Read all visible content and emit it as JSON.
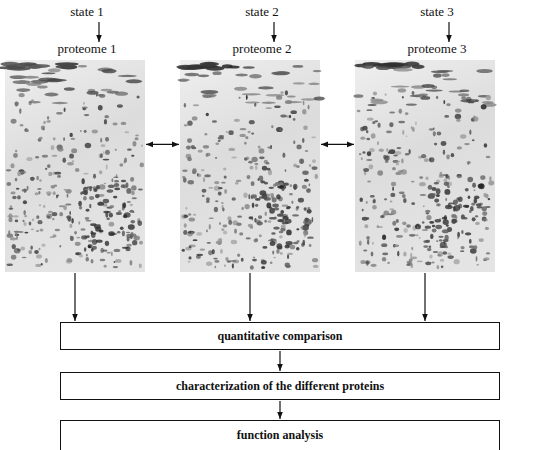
{
  "diagram": {
    "nodes": [
      {
        "text": [
          "proteome 1"
        ]
      },
      {
        "text": [
          "proteome 2"
        ]
      },
      {
        "text": [
          "proteome 3"
        ]
      },
      {
        "text": [
          "quantitative comparison"
        ]
      },
      {
        "text": [
          "characterization of the different proteins"
        ]
      },
      {
        "text": [
          "function analysis"
        ]
      }
    ],
    "edges": [
      {
        "from": 0,
        "to": 1,
        "arrow": "both"
      },
      {
        "from": 1,
        "to": 2,
        "arrow": "both"
      },
      {
        "from": 0,
        "to": 3,
        "arrow": "to"
      },
      {
        "from": 1,
        "to": 3,
        "arrow": "to"
      },
      {
        "from": 2,
        "to": 3,
        "arrow": "to"
      },
      {
        "from": 3,
        "to": 4,
        "arrow": "to"
      },
      {
        "from": 4,
        "to": 5,
        "arrow": "to"
      }
    ],
    "labels": [
      "state 1",
      "state 2",
      "state 3"
    ]
  }
}
